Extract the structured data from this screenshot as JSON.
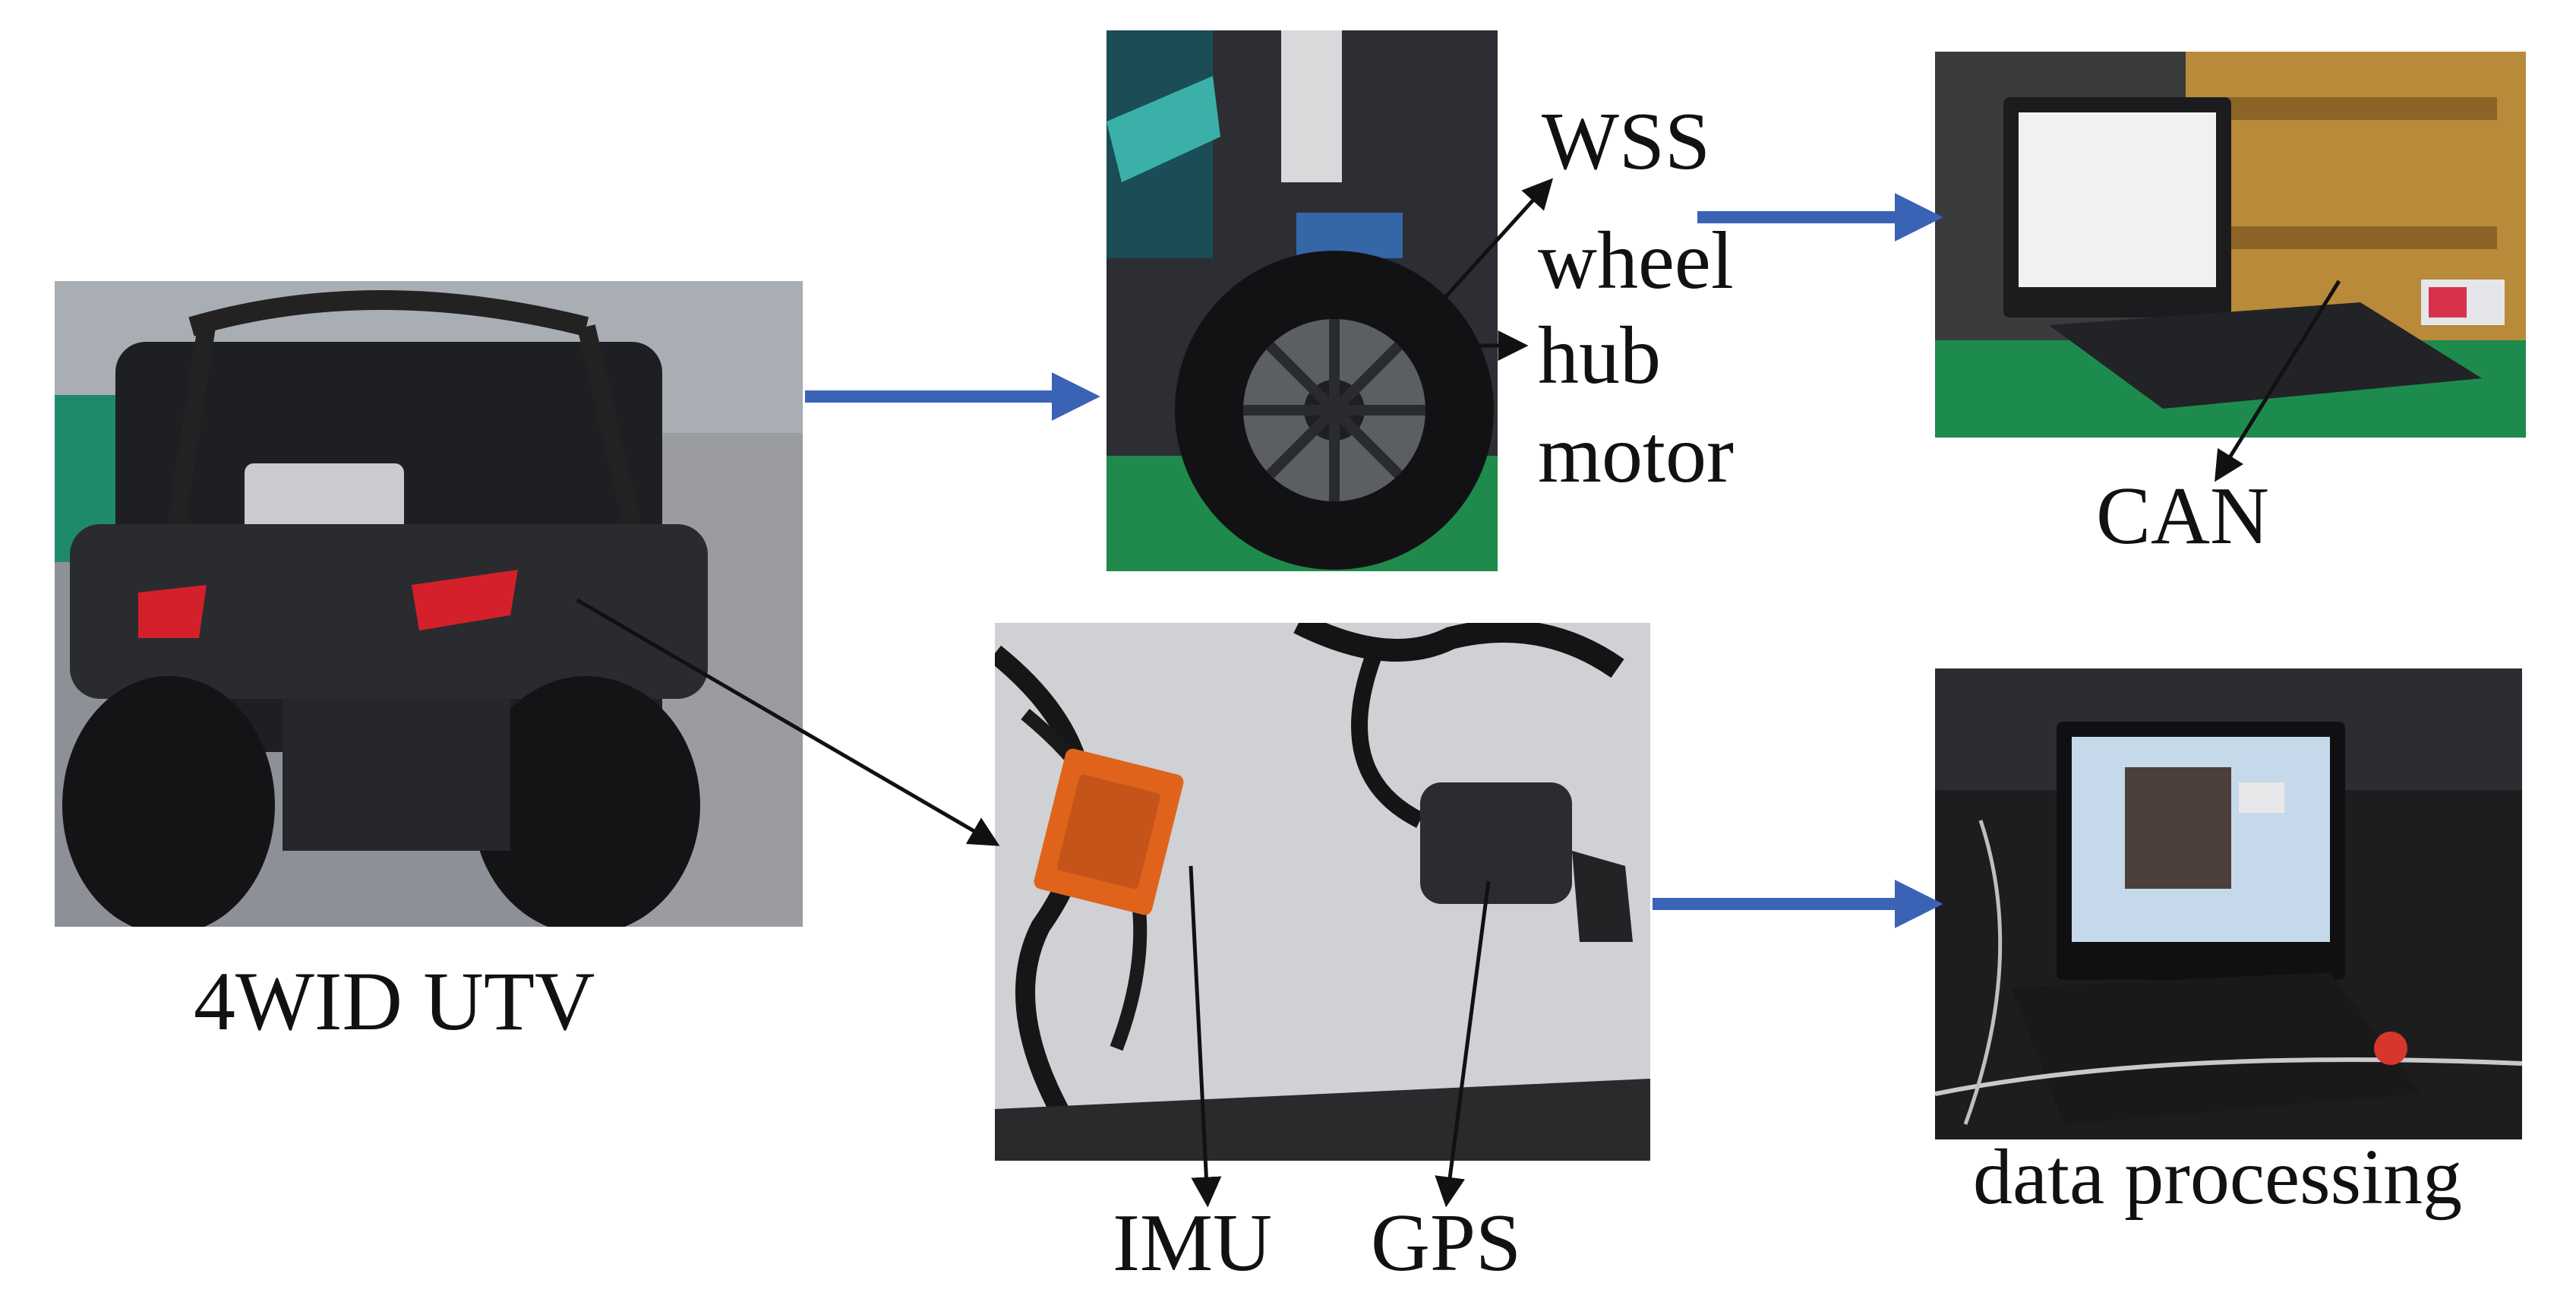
{
  "labels": {
    "utv": "4WID UTV",
    "wss": "WSS",
    "wheel": "wheel",
    "hub": "hub",
    "motor": "motor",
    "can": "CAN",
    "imu": "IMU",
    "gps": "GPS",
    "data_processing": "data processing"
  },
  "colors": {
    "flow_arrow": "#3b63b5",
    "pointer_line": "#111111",
    "lawn_green": "#1f8a4c",
    "imu_orange": "#e0631c"
  }
}
